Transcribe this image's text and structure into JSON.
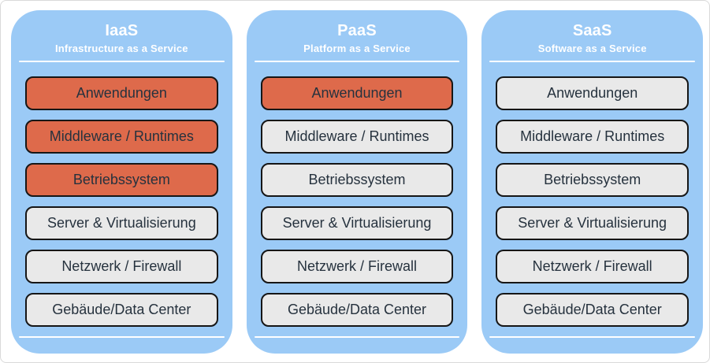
{
  "colors": {
    "column_bg": "#9BCAF6",
    "layer_default": "#E9E9E9",
    "layer_highlight": "#DE6A4B",
    "layer_border": "#161616",
    "layer_text": "#26323E",
    "header_text": "#FFFFFF",
    "divider": "#FFFFFF",
    "frame_border": "#D9D9D9",
    "frame_bg": "#FFFFFF"
  },
  "columns": [
    {
      "id": "iaas",
      "title": "IaaS",
      "subtitle": "Infrastructure as a Service",
      "layers": [
        {
          "label": "Anwendungen",
          "highlighted": true
        },
        {
          "label": "Middleware / Runtimes",
          "highlighted": true
        },
        {
          "label": "Betriebssystem",
          "highlighted": true
        },
        {
          "label": "Server & Virtualisierung",
          "highlighted": false
        },
        {
          "label": "Netzwerk / Firewall",
          "highlighted": false
        },
        {
          "label": "Gebäude/Data Center",
          "highlighted": false
        }
      ]
    },
    {
      "id": "paas",
      "title": "PaaS",
      "subtitle": "Platform as a Service",
      "layers": [
        {
          "label": "Anwendungen",
          "highlighted": true
        },
        {
          "label": "Middleware / Runtimes",
          "highlighted": false
        },
        {
          "label": "Betriebssystem",
          "highlighted": false
        },
        {
          "label": "Server & Virtualisierung",
          "highlighted": false
        },
        {
          "label": "Netzwerk / Firewall",
          "highlighted": false
        },
        {
          "label": "Gebäude/Data Center",
          "highlighted": false
        }
      ]
    },
    {
      "id": "saas",
      "title": "SaaS",
      "subtitle": "Software as a Service",
      "layers": [
        {
          "label": "Anwendungen",
          "highlighted": false
        },
        {
          "label": "Middleware / Runtimes",
          "highlighted": false
        },
        {
          "label": "Betriebssystem",
          "highlighted": false
        },
        {
          "label": "Server & Virtualisierung",
          "highlighted": false
        },
        {
          "label": "Netzwerk / Firewall",
          "highlighted": false
        },
        {
          "label": "Gebäude/Data Center",
          "highlighted": false
        }
      ]
    }
  ]
}
